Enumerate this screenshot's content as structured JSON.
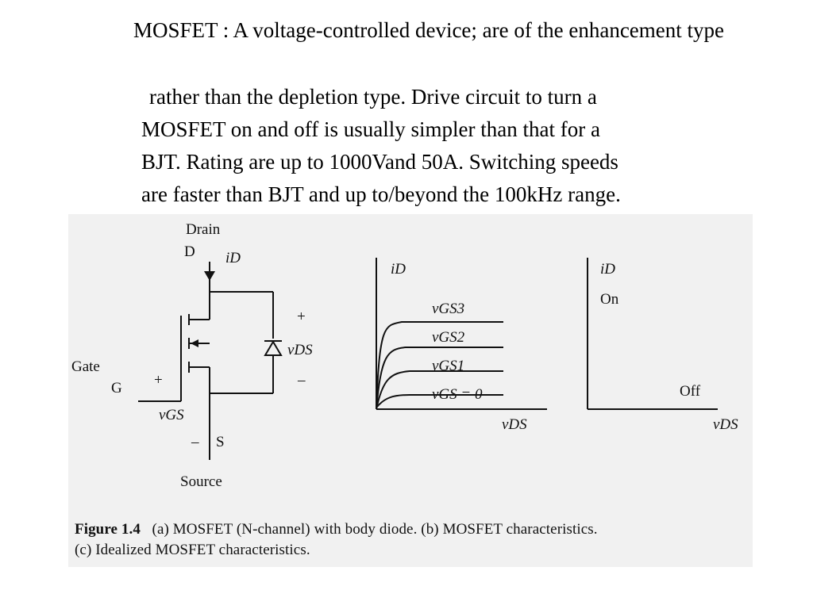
{
  "slide": {
    "title": "MOSFET : A voltage-controlled device; are of the enhancement type",
    "paragraph_lines": [
      "rather than the depletion type. Drive circuit to turn a",
      "MOSFET on and off is usually simpler than that for a",
      "BJT. Rating are up to 1000Vand 50A. Switching speeds",
      "are faster than BJT and up to/beyond the 100kHz range."
    ]
  },
  "figure": {
    "circuit": {
      "drain_label": "Drain",
      "drain_letter": "D",
      "id_label": "iD",
      "gate_label": "Gate",
      "gate_letter": "G",
      "plus_gate": "+",
      "vgs_label": "vGS",
      "minus_gate": "–",
      "source_letter": "S",
      "source_label": "Source",
      "plus_diode": "+",
      "vds_label": "vDS",
      "minus_diode": "–"
    },
    "characteristics": {
      "y_label": "iD",
      "x_label": "vDS",
      "curve_labels": [
        "vGS3",
        "vGS2",
        "vGS1",
        "vGS = 0"
      ]
    },
    "idealized": {
      "y_label": "iD",
      "x_label": "vDS",
      "on_label": "On",
      "off_label": "Off"
    },
    "caption": {
      "number": "Figure 1.4",
      "line1": "(a) MOSFET (N-channel) with body diode. (b) MOSFET characteristics.",
      "line2": "(c) Idealized MOSFET characteristics."
    }
  },
  "colors": {
    "scan_background": "#f1f1f1",
    "ink": "#111111"
  }
}
